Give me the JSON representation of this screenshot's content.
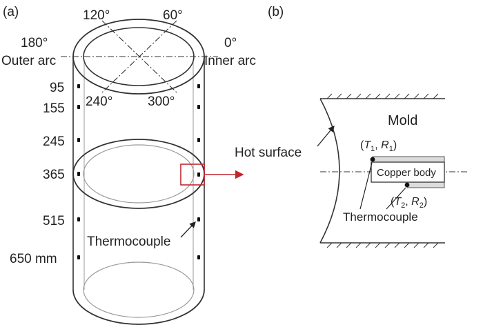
{
  "panel_a": {
    "label": "(a)",
    "angles": {
      "a120": "120°",
      "a60": "60°",
      "a180": "180°",
      "a0": "0°",
      "a240": "240°",
      "a300": "300°"
    },
    "outer_arc": "Outer arc",
    "inner_arc": "Inner arc",
    "depths": [
      "95",
      "155",
      "245",
      "365",
      "515",
      "650 mm"
    ],
    "thermocouple": "Thermocouple"
  },
  "panel_b": {
    "label": "(b)",
    "mold": "Mold",
    "hot_surface": "Hot surface",
    "t1_T": "T",
    "t1_Tsub": "1",
    "t1_R": "R",
    "t1_Rsub": "1",
    "copper_body": "Copper body",
    "t2_T": "T",
    "t2_Tsub": "2",
    "t2_R": "R",
    "t2_Rsub": "2",
    "thermocouple": "Thermocouple"
  },
  "colors": {
    "highlight": "#c0272d",
    "line": "#333333",
    "pale": "#9a9a9a",
    "fill": "#e6e6e6"
  }
}
